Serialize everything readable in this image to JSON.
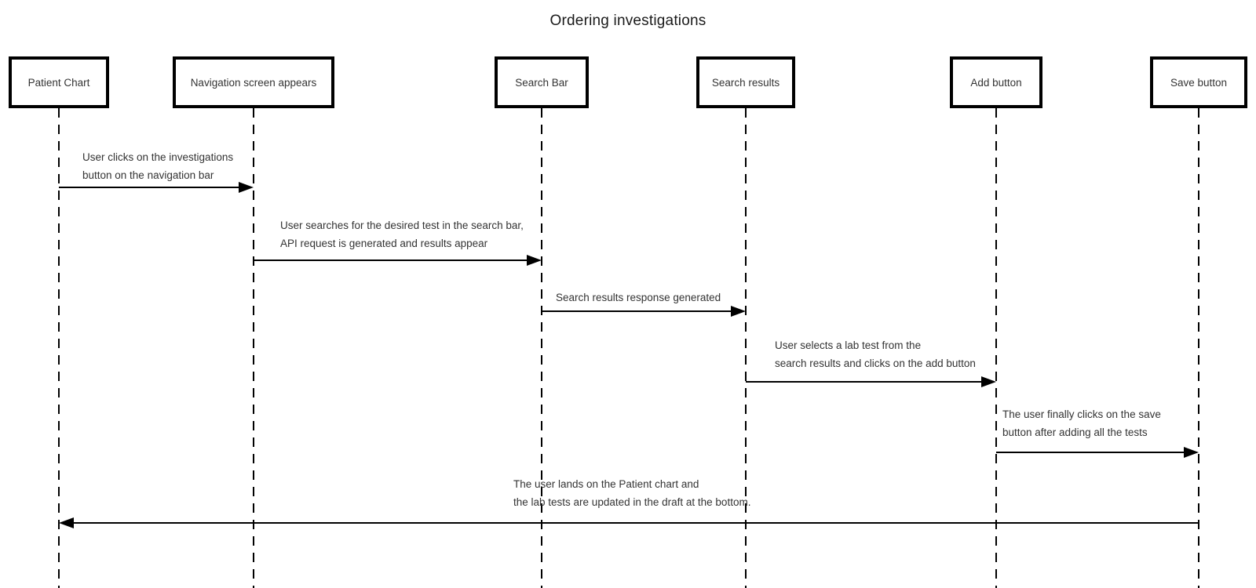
{
  "diagram": {
    "title": "Ordering investigations",
    "colors": {
      "line": "#000000",
      "text": "#333333",
      "background": "#ffffff"
    },
    "actors": [
      {
        "id": "patient-chart",
        "label": "Patient Chart"
      },
      {
        "id": "navigation-screen",
        "label": "Navigation screen appears"
      },
      {
        "id": "search-bar",
        "label": "Search Bar"
      },
      {
        "id": "search-results",
        "label": "Search results"
      },
      {
        "id": "add-button",
        "label": "Add button"
      },
      {
        "id": "save-button",
        "label": "Save button"
      }
    ],
    "messages": [
      {
        "from": "Patient Chart",
        "to": "Navigation screen appears",
        "direction": "right",
        "lines": [
          "User clicks on the investigations",
          "button on the navigation bar"
        ]
      },
      {
        "from": "Navigation screen appears",
        "to": "Search Bar",
        "direction": "right",
        "lines": [
          "User searches for the desired test in the search bar,",
          "API request is generated and results appear"
        ]
      },
      {
        "from": "Search Bar",
        "to": "Search results",
        "direction": "right",
        "lines": [
          "Search results response generated"
        ]
      },
      {
        "from": "Search results",
        "to": "Add button",
        "direction": "right",
        "lines": [
          "User selects a lab test from the",
          "search results and clicks on the add button"
        ]
      },
      {
        "from": "Add button",
        "to": "Save button",
        "direction": "right",
        "lines": [
          "The user finally clicks on the save",
          "button after adding all the tests"
        ]
      },
      {
        "from": "Save button",
        "to": "Patient Chart",
        "direction": "left",
        "lines": [
          "The user lands on the Patient chart and",
          "the lab tests are updated in the draft at the bottom."
        ]
      }
    ]
  }
}
